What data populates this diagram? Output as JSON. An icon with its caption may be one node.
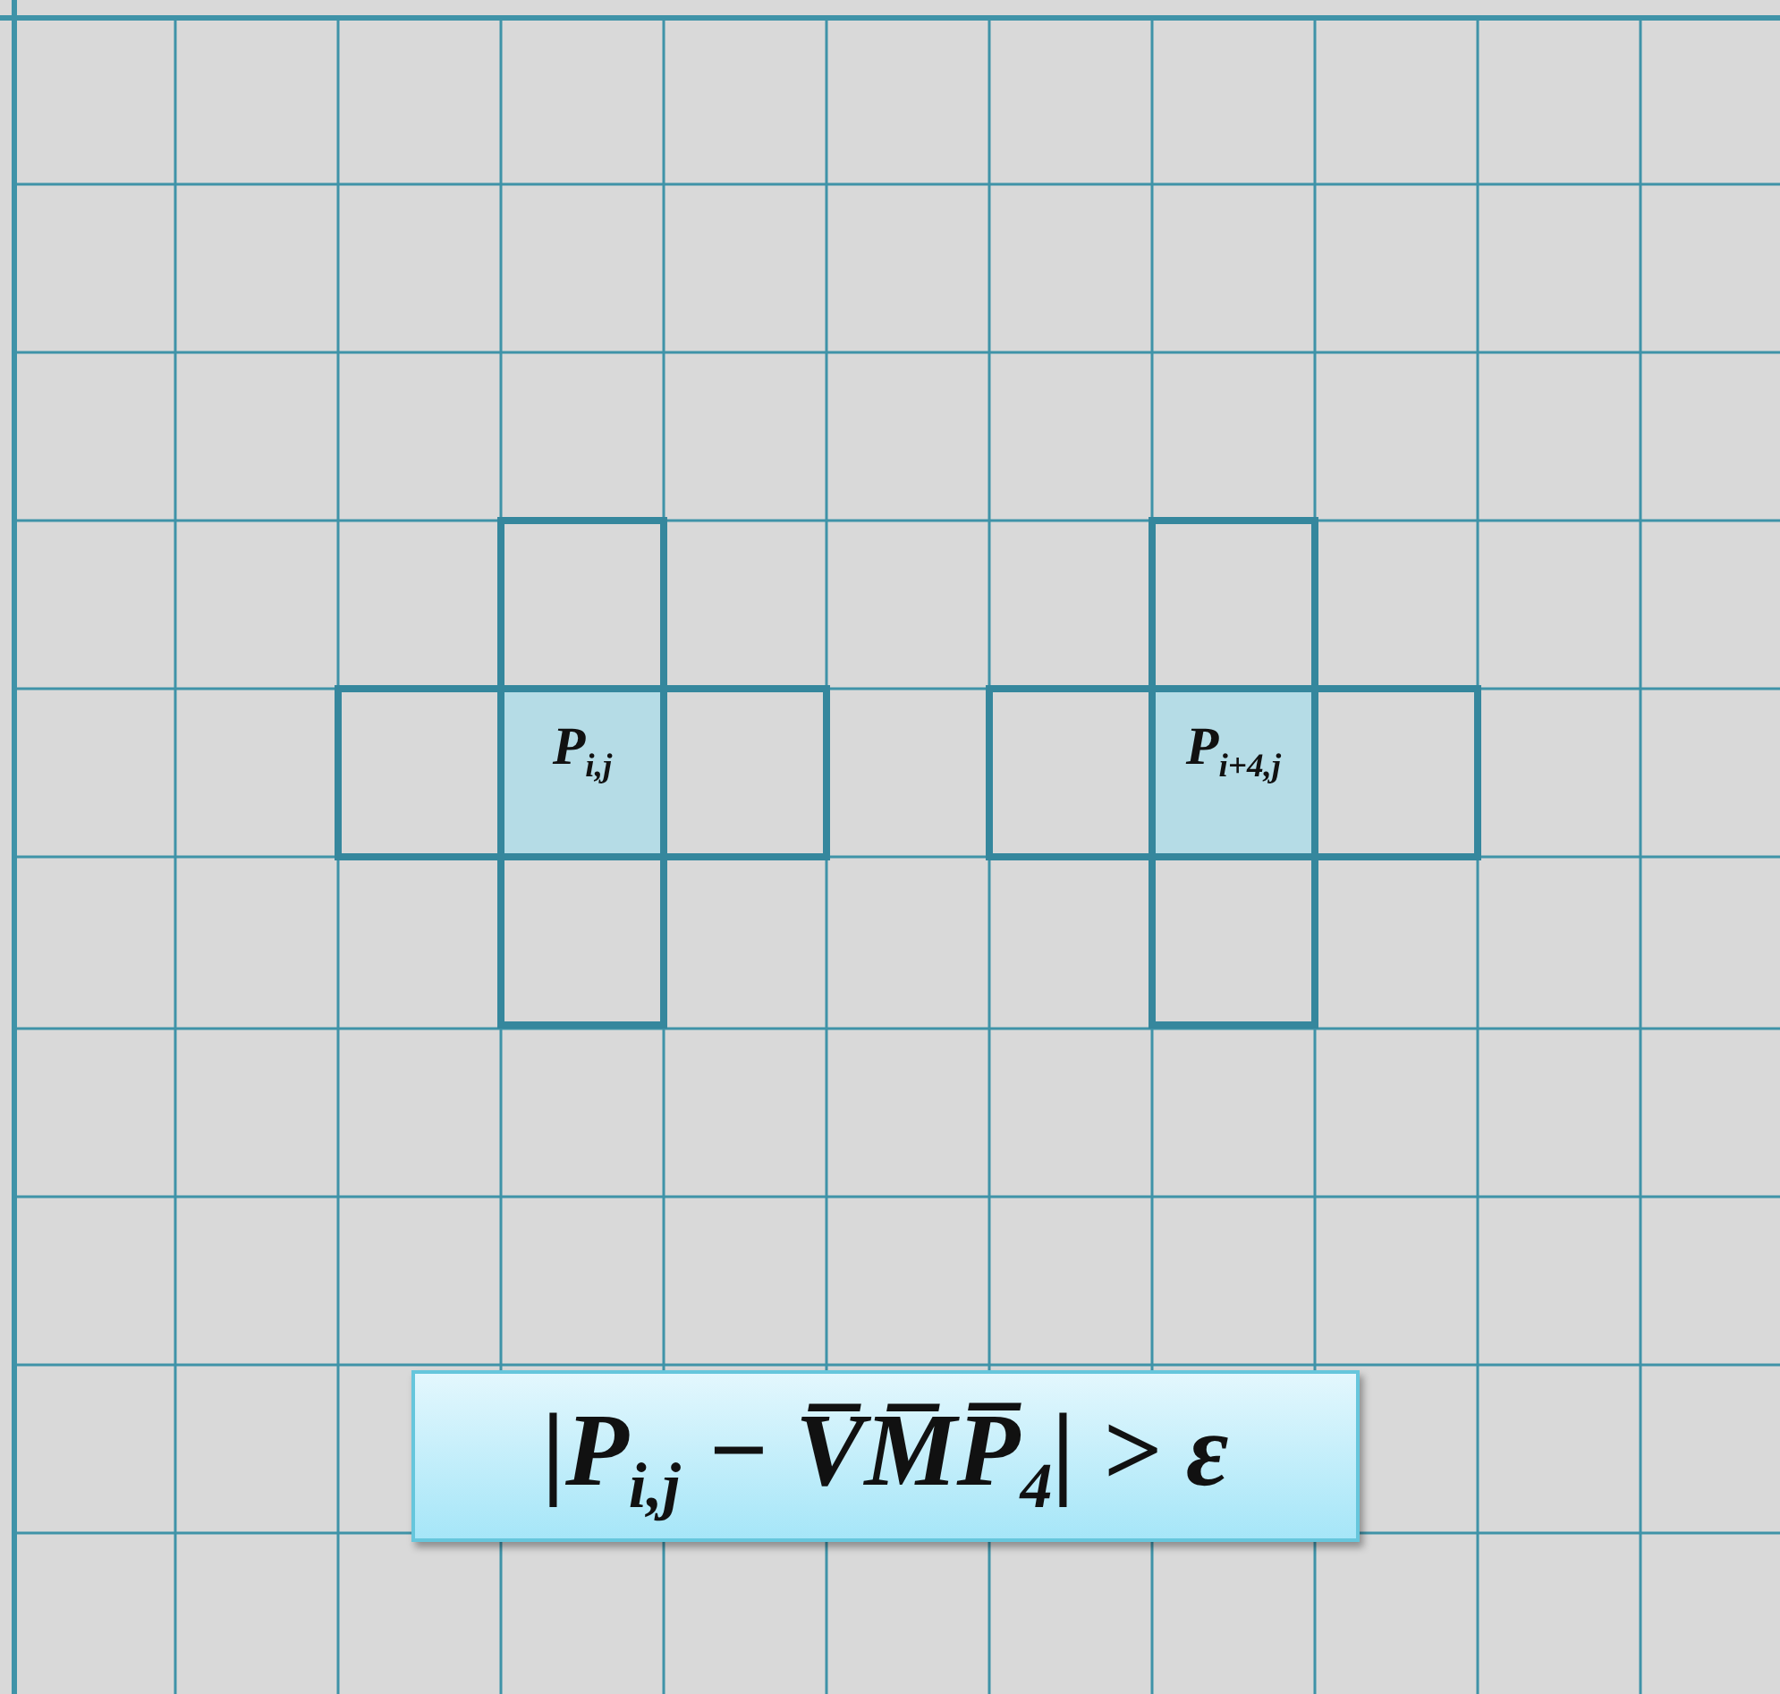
{
  "diagram": {
    "nodes": [
      {
        "text": [],
        "shape": "box"
      },
      {
        "text": [],
        "shape": "box"
      },
      {
        "text": [],
        "shape": "box"
      },
      {
        "text": [
          "P$_{i,j}$"
        ]
      },
      {
        "text": [],
        "shape": "box"
      },
      {
        "text": [],
        "shape": "box"
      },
      {
        "text": [
          "P$_{i+4,j}$"
        ]
      },
      {
        "text": [],
        "shape": "box"
      },
      {
        "text": [],
        "shape": "box"
      },
      {
        "text": [],
        "shape": "box"
      },
      {
        "text": [
          "|P$_{i,j}$ − V̅M̅P̅$_{4}$| > ε"
        ]
      }
    ]
  }
}
